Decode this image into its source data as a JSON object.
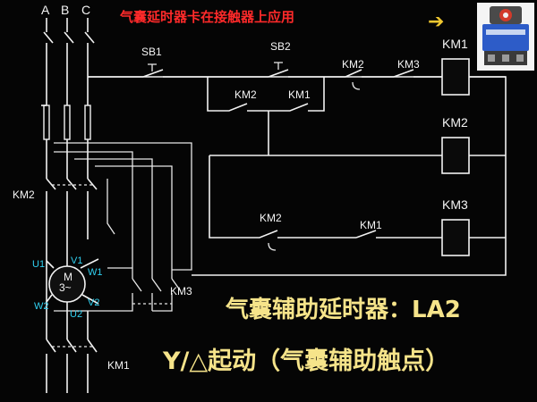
{
  "banner_text": "气囊延时器卡在接触器上应用",
  "phases": [
    "A",
    "B",
    "C"
  ],
  "labels": {
    "sb1": "SB1",
    "sb2": "SB2",
    "km1_coil": "KM1",
    "km2_coil": "KM2",
    "km3_coil": "KM3",
    "km2_contact_seal": "KM2",
    "km1_contact_seal": "KM1",
    "km2_interlock": "KM2",
    "km3_interlock": "KM3",
    "km2_tdc": "KM2",
    "km1_aux": "KM1",
    "km2_main": "KM2",
    "km3_main": "KM3",
    "km1_main": "KM1"
  },
  "motor": {
    "terminals": [
      "U1",
      "V1",
      "W1",
      "W2",
      "U2",
      "V2"
    ],
    "symbol_top": "M",
    "symbol_bottom": "3~"
  },
  "caption_line1": "气囊辅助延时器：LA2",
  "caption_line2": "Y/△起动（气囊辅助触点）",
  "colors": {
    "background": "#050505",
    "wire": "#f2f2f2",
    "banner": "#ff2a2a",
    "caption": "#f6e48a",
    "terminal": "#30d0f0",
    "arrow": "#f0c830"
  }
}
